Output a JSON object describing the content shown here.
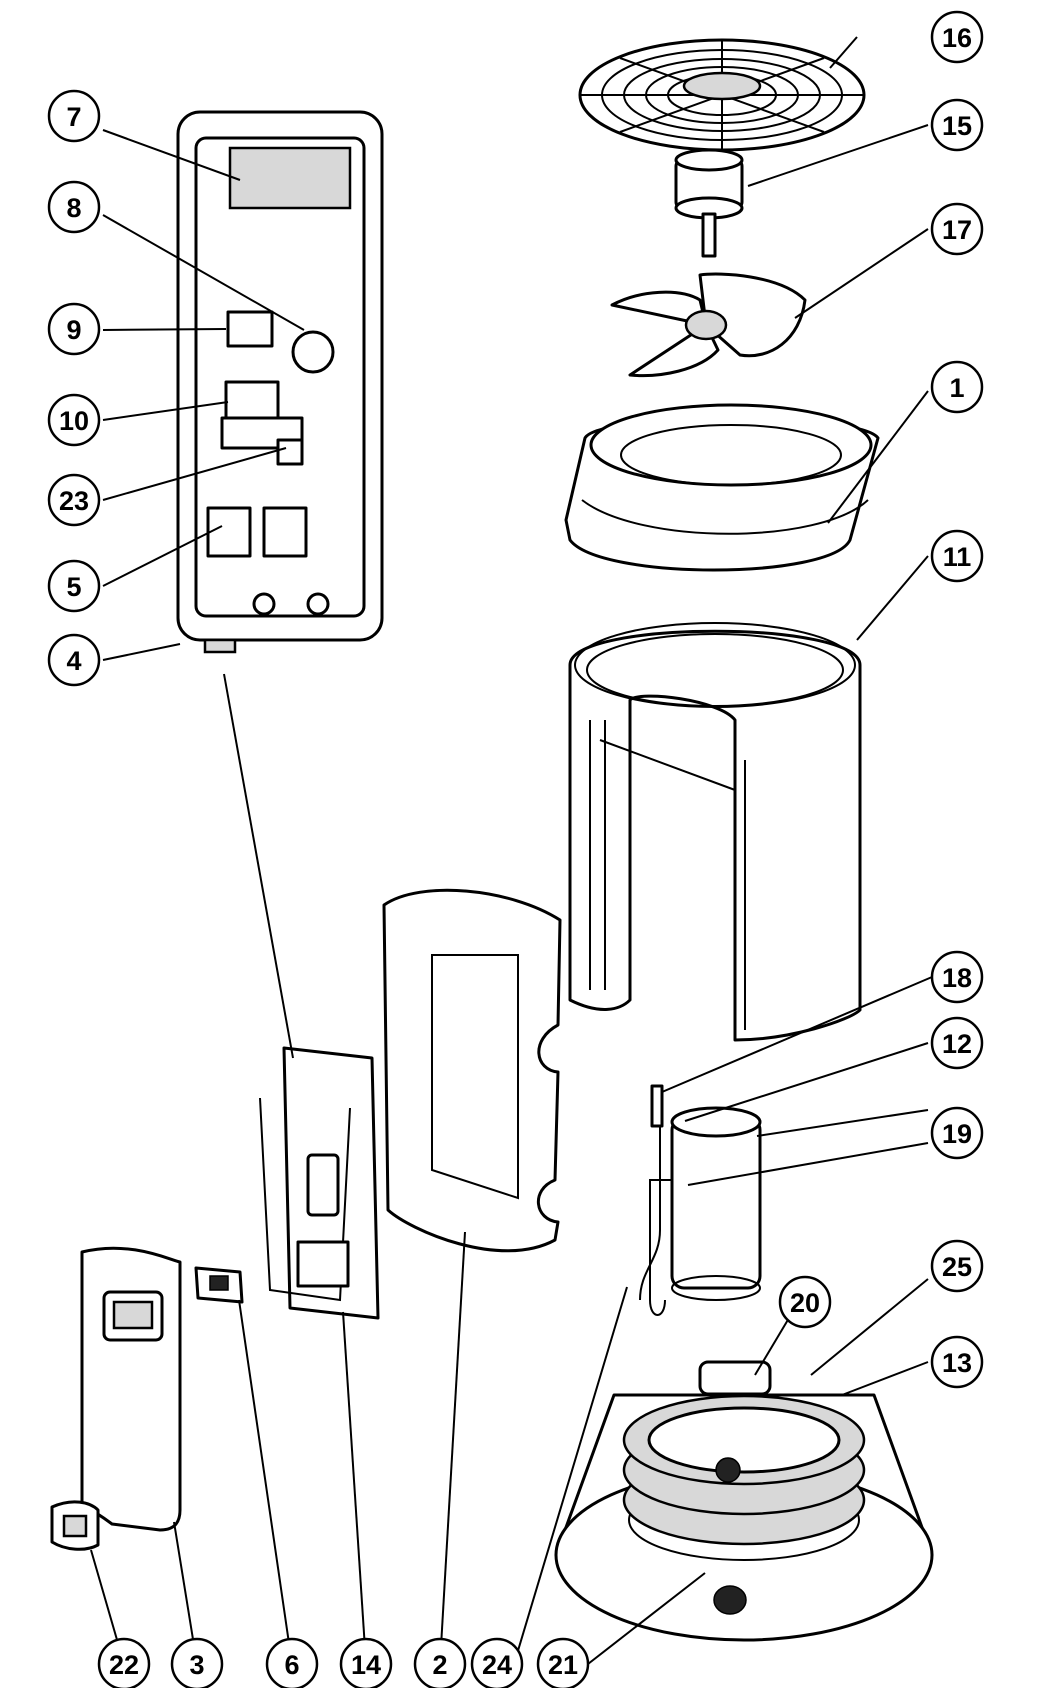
{
  "callouts": [
    {
      "id": "1"
    },
    {
      "id": "2"
    },
    {
      "id": "3"
    },
    {
      "id": "4"
    },
    {
      "id": "5"
    },
    {
      "id": "6"
    },
    {
      "id": "7"
    },
    {
      "id": "8"
    },
    {
      "id": "9"
    },
    {
      "id": "10"
    },
    {
      "id": "11"
    },
    {
      "id": "12"
    },
    {
      "id": "13"
    },
    {
      "id": "14"
    },
    {
      "id": "15"
    },
    {
      "id": "16"
    },
    {
      "id": "17"
    },
    {
      "id": "18"
    },
    {
      "id": "19"
    },
    {
      "id": "20"
    },
    {
      "id": "21"
    },
    {
      "id": "22"
    },
    {
      "id": "23"
    },
    {
      "id": "24"
    },
    {
      "id": "25"
    }
  ]
}
